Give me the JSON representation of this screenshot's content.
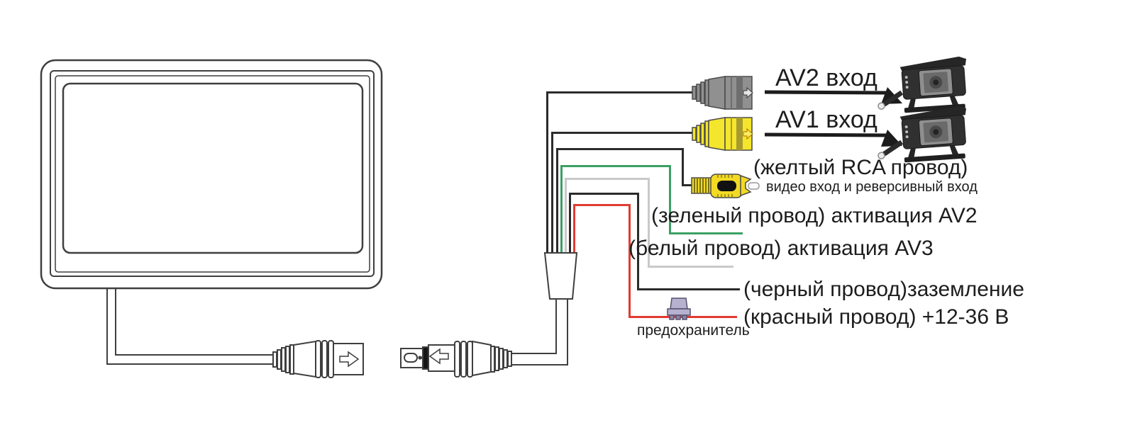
{
  "labels": {
    "av2_input": "AV2 вход",
    "av1_input": "AV1 вход",
    "rca": "(желтый RCA провод)",
    "rca_sub": "видео вход и реверсивный вход",
    "green": "(зеленый провод) активация AV2",
    "white": "(белый провод) активация AV3",
    "black": "(черный провод)заземление",
    "red": "(красный провод) +12-36 В",
    "fuse": "предохранитель"
  },
  "colors": {
    "text": "#1d1d1d",
    "line": "#3f3f3f",
    "wire_black": "#2b2b2b",
    "wire_green": "#3aa064",
    "wire_white": "#c9c9c9",
    "wire_red": "#e23b31",
    "connector_gray": "#909090",
    "connector_gray_stripe": "#6e6e6e",
    "connector_yellow": "#f4e62c",
    "connector_yellow_stripe": "#a79a2f",
    "rca_yellow": "#f2da25",
    "fuse_body": "#b7b1d0"
  }
}
